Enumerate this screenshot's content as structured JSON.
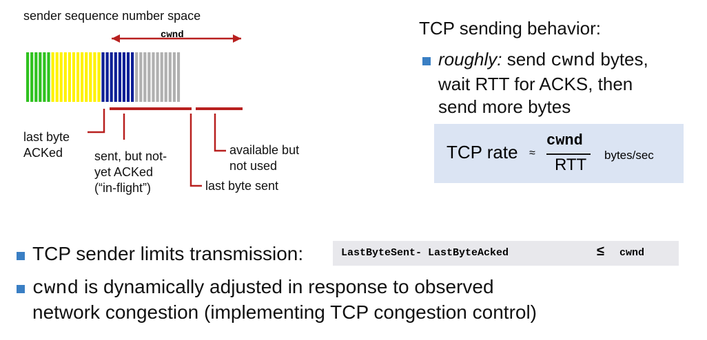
{
  "diagram": {
    "title": "sender sequence number space",
    "cwnd_label": "cwnd",
    "label_acked": [
      "last byte",
      "ACKed"
    ],
    "label_inflight": [
      "sent, but not-",
      "yet ACKed",
      "(“in-flight”)"
    ],
    "label_available": [
      "available but",
      "not used"
    ],
    "label_last_sent": "last byte sent",
    "colors": {
      "acked": "#2fc21f",
      "inflight": "#fff200",
      "available": "#0d1f96",
      "unusable": "#b0b0b0",
      "annotation": "#b8201f"
    },
    "segments": {
      "acked": 6,
      "inflight": 12,
      "available": 8,
      "unusable": 11
    }
  },
  "behavior": {
    "heading": "TCP sending behavior:",
    "roughly": "roughly:",
    "line1_rest_a": " send ",
    "line1_code": "cwnd",
    "line1_rest_b": " bytes,",
    "line2": "wait RTT for ACKS, then",
    "line3": "send more bytes"
  },
  "formula": {
    "lhs": "TCP rate",
    "approx": "≈",
    "numerator": "cwnd",
    "denominator": "RTT",
    "units": "bytes/sec"
  },
  "bullets": {
    "b1_text": "TCP sender limits transmission:",
    "b1_code_a": "LastByteSent- LastByteAcked",
    "b1_le": "≤",
    "b1_code_b": "cwnd",
    "b2_code": "cwnd",
    "b2_line1_rest": " is dynamically adjusted in response to observed",
    "b2_line2": "network congestion (implementing TCP congestion control)"
  }
}
